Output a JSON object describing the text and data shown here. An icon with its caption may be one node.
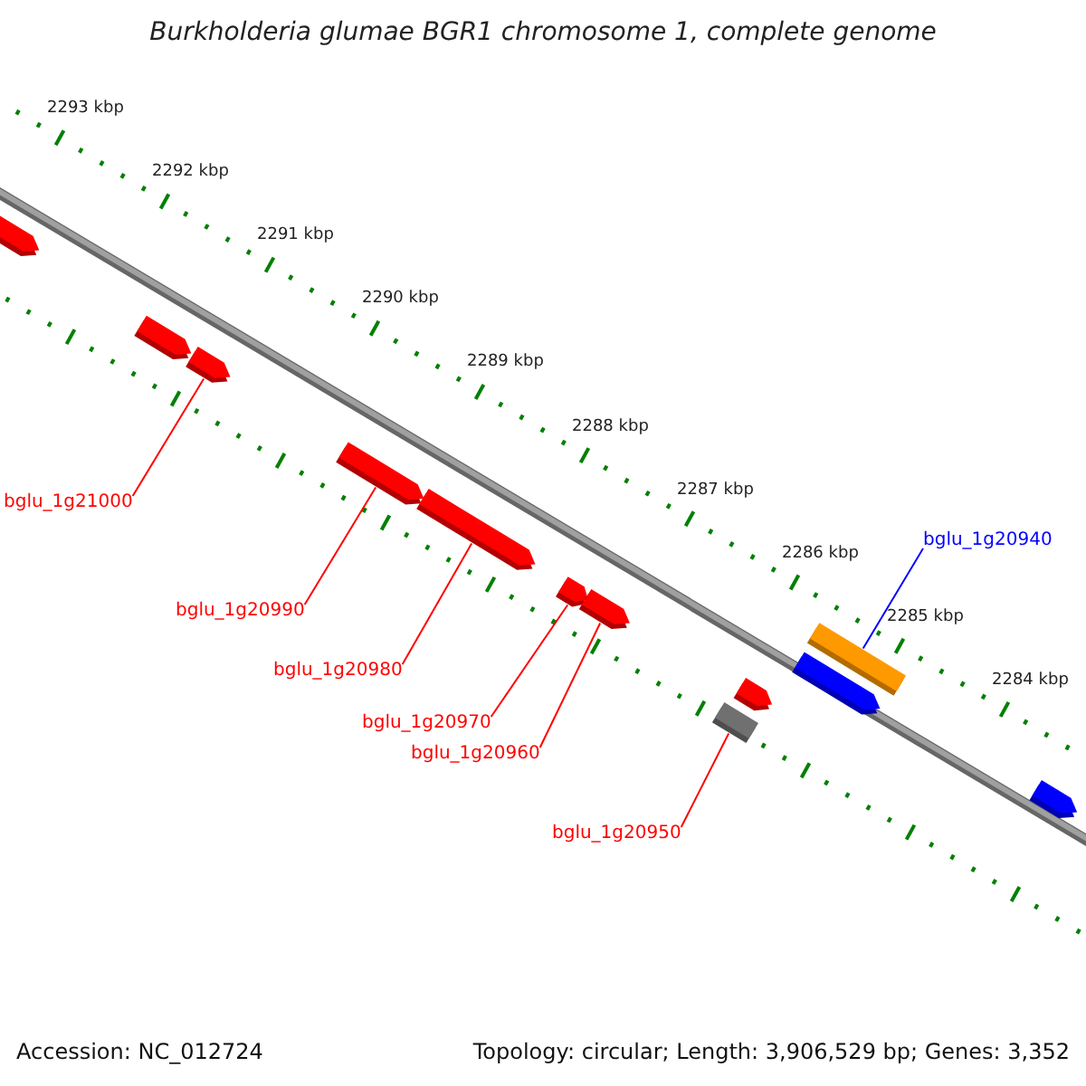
{
  "diagram": {
    "title": "Burkholderia glumae BGR1 chromosome 1, complete genome",
    "nodes": [
      {
        "text": [
          "bglu_1g21000"
        ]
      },
      {
        "text": [
          "bglu_1g20940"
        ]
      },
      {
        "text": [
          "bglu_1g20990"
        ]
      },
      {
        "text": [
          "bglu_1g20980"
        ]
      },
      {
        "text": [
          "bglu_1g20970"
        ]
      },
      {
        "text": [
          "bglu_1g20960"
        ]
      },
      {
        "text": [
          "bglu_1g20950"
        ]
      },
      {
        "text": [],
        "shape": "arrow"
      },
      {
        "text": [],
        "shape": "arrow"
      },
      {
        "text": [],
        "shape": "arrow"
      },
      {
        "text": [],
        "shape": "arrow"
      },
      {
        "text": [],
        "shape": "arrow"
      },
      {
        "text": [],
        "shape": "arrow"
      },
      {
        "text": [],
        "shape": "arrow"
      },
      {
        "text": [],
        "shape": "box"
      },
      {
        "text": [],
        "shape": "arrow"
      },
      {
        "text": [],
        "shape": "arrow"
      },
      {
        "text": [],
        "shape": "box"
      },
      {
        "text": [],
        "shape": "arrow"
      }
    ],
    "edges": [
      {
        "from": 0,
        "to": 9,
        "arrow": "none"
      },
      {
        "from": 1,
        "to": 17,
        "arrow": "none",
        "color": "#0000ff"
      },
      {
        "from": 2,
        "to": 10,
        "arrow": "none"
      },
      {
        "from": 3,
        "to": 11,
        "arrow": "none"
      },
      {
        "from": 4,
        "to": 12,
        "arrow": "none"
      },
      {
        "from": 5,
        "to": 13,
        "arrow": "none"
      },
      {
        "from": 6,
        "to": 14,
        "arrow": "none"
      }
    ],
    "labels": [
      "2293 kbp",
      "2292 kbp",
      "2291 kbp",
      "2290 kbp",
      "2289 kbp",
      "2288 kbp",
      "2287 kbp",
      "2286 kbp",
      "2285 kbp",
      "2284 kbp",
      "Accession: NC_012724",
      "Topology: circular; Length: 3,906,529 bp; Genes: 3,352"
    ]
  }
}
